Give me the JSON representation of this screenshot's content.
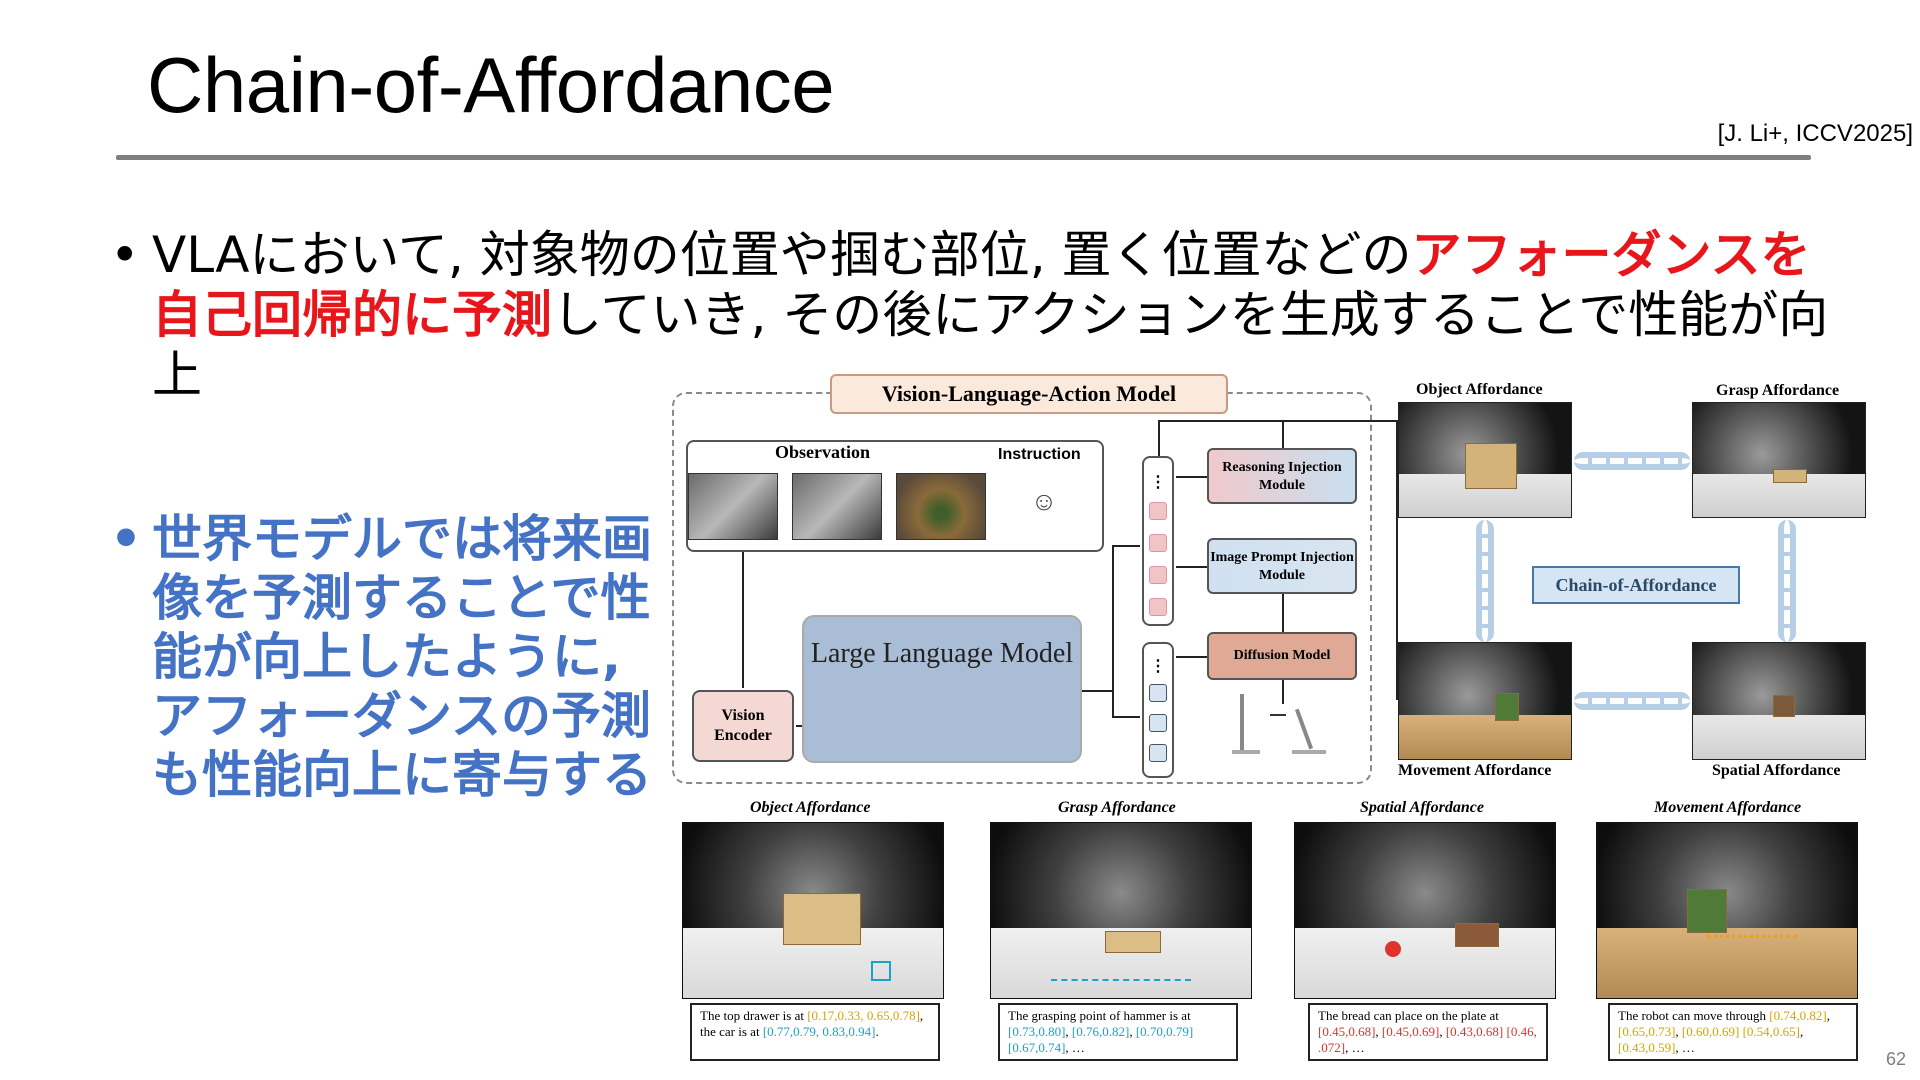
{
  "slide": {
    "title": "Chain-of-Affordance",
    "citation": "[J. Li+, ICCV2025]",
    "page_number": "62"
  },
  "bullets": [
    {
      "parts": [
        {
          "text": "VLAにおいて, 対象物の位置や掴む部位, 置く位置などの",
          "style": "normal"
        },
        {
          "text": "アフォーダンスを自己回帰的に予測",
          "style": "red-bold"
        },
        {
          "text": "していき, その後にアクションを生成することで性能が向上",
          "style": "normal"
        }
      ]
    },
    {
      "text": "世界モデルでは将来画像を予測することで性能が向上したように, アフォーダンスの予測も性能向上に寄与する",
      "color": "#4472c4"
    }
  ],
  "figure": {
    "vla_title": "Vision-Language-Action Model",
    "observation_label": "Observation",
    "instruction_label": "Instruction",
    "vision_encoder": "Vision Encoder",
    "llm": "Large Language Model",
    "reasoning_module": "Reasoning Injection Module",
    "image_prompt_module": "Image Prompt Injection Module",
    "diffusion_model": "Diffusion Model",
    "chain_label": "Chain-of-Affordance",
    "corner_labels": {
      "object": "Object Affordance",
      "grasp": "Grasp Affordance",
      "movement": "Movement Affordance",
      "spatial": "Spatial Affordance"
    },
    "bottom_panels": [
      {
        "caption": "Object Affordance",
        "text_parts": [
          {
            "t": "The top drawer is at ",
            "c": ""
          },
          {
            "t": "[0.17,0.33,",
            "c": "y"
          },
          {
            "t": " ",
            "c": ""
          },
          {
            "t": "0.65,0.78]",
            "c": "y"
          },
          {
            "t": ", the car is at ",
            "c": ""
          },
          {
            "t": "[0.77,0.79,",
            "c": "c"
          },
          {
            "t": " ",
            "c": ""
          },
          {
            "t": "0.83,0.94]",
            "c": "c"
          },
          {
            "t": ".",
            "c": ""
          }
        ]
      },
      {
        "caption": "Grasp Affordance",
        "text_parts": [
          {
            "t": "The grasping point of hammer is at ",
            "c": ""
          },
          {
            "t": "[0.73,0.80]",
            "c": "c"
          },
          {
            "t": ", ",
            "c": ""
          },
          {
            "t": "[0.76,0.82]",
            "c": "c"
          },
          {
            "t": ", ",
            "c": ""
          },
          {
            "t": "[0.70,0.79]",
            "c": "c"
          },
          {
            "t": " ",
            "c": ""
          },
          {
            "t": "[0.67,0.74]",
            "c": "c"
          },
          {
            "t": ", …",
            "c": ""
          }
        ]
      },
      {
        "caption": "Spatial Affordance",
        "text_parts": [
          {
            "t": "The bread can place on the plate at ",
            "c": ""
          },
          {
            "t": "[0.45,0.68]",
            "c": "r"
          },
          {
            "t": ", ",
            "c": ""
          },
          {
            "t": "[0.45,0.69]",
            "c": "r"
          },
          {
            "t": ", ",
            "c": ""
          },
          {
            "t": "[0.43,0.68]",
            "c": "r"
          },
          {
            "t": " ",
            "c": ""
          },
          {
            "t": "[0.46, .072]",
            "c": "r"
          },
          {
            "t": ", …",
            "c": ""
          }
        ]
      },
      {
        "caption": "Movement Affordance",
        "text_parts": [
          {
            "t": "The robot can move through ",
            "c": ""
          },
          {
            "t": "[0.74,0.82]",
            "c": "y"
          },
          {
            "t": ", ",
            "c": ""
          },
          {
            "t": "[0.65,0.73]",
            "c": "y"
          },
          {
            "t": ", ",
            "c": ""
          },
          {
            "t": "[0.60,0.69]",
            "c": "y"
          },
          {
            "t": " ",
            "c": ""
          },
          {
            "t": "[0.54,0.65]",
            "c": "y"
          },
          {
            "t": ", ",
            "c": ""
          },
          {
            "t": "[0.43,0.59]",
            "c": "y"
          },
          {
            "t": ", …",
            "c": ""
          }
        ]
      }
    ]
  },
  "colors": {
    "highlight_red": "#e8151b",
    "highlight_blue": "#4472c4",
    "rule_gray": "#7f7f7f"
  }
}
